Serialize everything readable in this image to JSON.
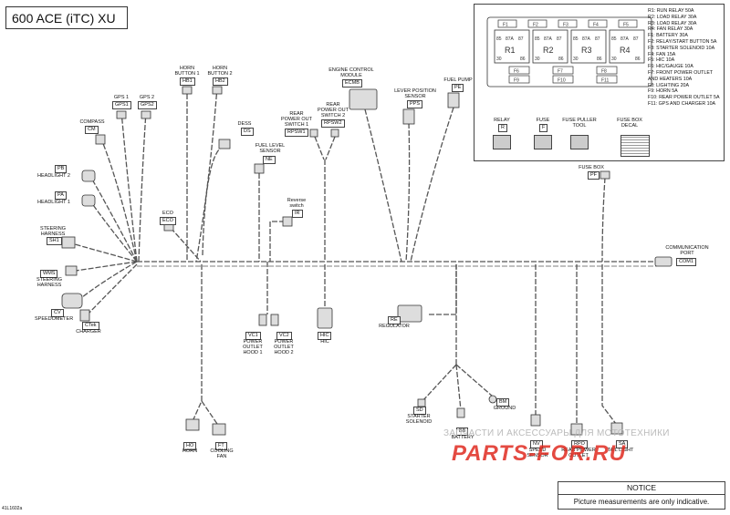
{
  "title": "600 ACE (iTC) XU",
  "doc_id": "41L1602a",
  "notice": {
    "title": "NOTICE",
    "text": "Picture measurements are only indicative."
  },
  "watermark": {
    "top": "ЗАПЧАСТИ И АКСЕССУАРЫ ДЛЯ МОТОТЕХНИКИ",
    "logo": "PARTS-FOR.RU"
  },
  "fuse_box": {
    "relays": [
      "R1",
      "R2",
      "R3",
      "R4"
    ],
    "pins": [
      "85",
      "87A",
      "87",
      "30",
      "86"
    ],
    "fuses_top": [
      "F1",
      "F2",
      "F3",
      "F4",
      "F5"
    ],
    "fuses_bottom": [
      "F6",
      "F7",
      "F8"
    ],
    "fuses_row3": [
      "F9",
      "F10",
      "F11"
    ],
    "legend": [
      "R1: RUN RELAY 50A",
      "R2: LOAD RELAY 30A",
      "R3: LOAD RELAY 30A",
      "R4: FAN RELAY 30A",
      "F1: BATTERY 30A",
      "F2: RELAY/START BUTTON 5A",
      "F3: STARTER SOLENOID 10A",
      "F4: FAN 15A",
      "F5: HIC 10A",
      "F6: HIC/GAUGE 10A",
      "F7: FRONT POWER OUTLET",
      "      AND HEATERS 10A",
      "F8: LIGHTING 20A",
      "F9: HORN 5A",
      "F10: REAR POWER OUTLET 5A",
      "F11: GPS AND CHARGER 10A"
    ],
    "items": [
      {
        "label": "RELAY",
        "code": "R"
      },
      {
        "label": "FUSE",
        "code": "F"
      },
      {
        "label": "FUSE PULLER\nTOOL",
        "code": ""
      },
      {
        "label": "FUSE BOX\nDECAL",
        "code": ""
      }
    ]
  },
  "components": {
    "horn_button_1": {
      "label": "HORN\nBUTTON 1",
      "code": "HB1"
    },
    "horn_button_2": {
      "label": "HORN\nBUTTON 2",
      "code": "HB2"
    },
    "gps_1": {
      "label": "GPS 1",
      "code": "GPS1"
    },
    "gps_2": {
      "label": "GPS 2",
      "code": "GPS2"
    },
    "compass": {
      "label": "COMPASS",
      "code": "CM"
    },
    "headlight_2": {
      "label": "HEADLIGHT 2",
      "code": "PB"
    },
    "headlight_1": {
      "label": "HEADLIGHT 1",
      "code": "PA"
    },
    "steering_harness_1": {
      "label": "STEERING\nHARNESS",
      "code": "SH1"
    },
    "steering_harness_2": {
      "label": "STEERING\nHARNESS",
      "code": "WMS"
    },
    "speedometer": {
      "label": "SPEEDOMETER",
      "code": "CV"
    },
    "charger": {
      "label": "CHARGER",
      "code": "CTek"
    },
    "dess": {
      "label": "DESS",
      "code": "DS"
    },
    "eco": {
      "label": "ECO",
      "code": "ECO"
    },
    "fuel_level": {
      "label": "FUEL LEVEL\nSENSOR",
      "code": "NE"
    },
    "rear_po_1": {
      "label": "REAR\nPOWER OUT\nSWITCH 1",
      "code": "RPSW1"
    },
    "rear_po_2": {
      "label": "REAR\nPOWER OUT\nSWITCH 2",
      "code": "RPSW2"
    },
    "reverse": {
      "label": "Reverse\nswitch",
      "code": "IR"
    },
    "ecm": {
      "label": "ENGINE CONTROL\nMODULE",
      "code": "ECMB"
    },
    "lever": {
      "label": "LEVER POSITION\nSENSOR",
      "code": "PPS"
    },
    "fuel_pump": {
      "label": "FUEL PUMP",
      "code": "PE"
    },
    "fuse_box_conn": {
      "label": "FUSE BOX",
      "code": "PF"
    },
    "comm_port": {
      "label": "COMMUNICATION\nPORT",
      "code": "COM1"
    },
    "vc1": {
      "label": "POWER\nOUTLET\nHOOD 1",
      "code": "VC1"
    },
    "vc2": {
      "label": "POWER\nOUTLET\nHOOD 2",
      "code": "VC2"
    },
    "hic": {
      "label": "HIC",
      "code": "HIC"
    },
    "regulator": {
      "label": "REGULATOR",
      "code": "RE"
    },
    "starter": {
      "label": "STARTER\nSOLENOID",
      "code": "SD"
    },
    "ground": {
      "label": "GROUND",
      "code": "BM"
    },
    "battery": {
      "label": "BATTERY",
      "code": "BB"
    },
    "speed_sensor": {
      "label": "SPEED\nSENSOR",
      "code": "NV"
    },
    "rear_outlet": {
      "label": "REAR POWER\nOUTLET",
      "code": "RPO"
    },
    "tail_light": {
      "label": "TAIL LIGHT",
      "code": "SA"
    },
    "horn": {
      "label": "HORN",
      "code": "HO"
    },
    "cooling_fan": {
      "label": "COOLING\nFAN",
      "code": "FT"
    }
  }
}
